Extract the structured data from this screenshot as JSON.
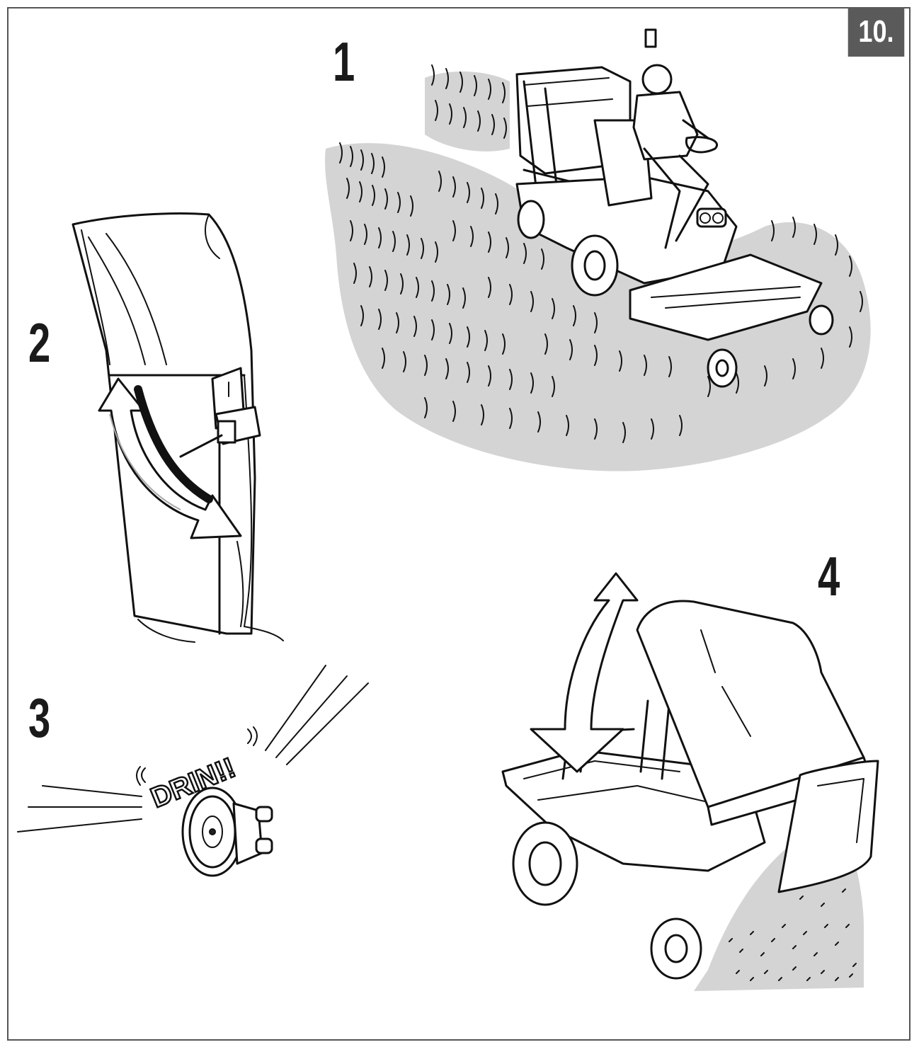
{
  "page": {
    "figure_number": "10."
  },
  "steps": [
    {
      "number": "1",
      "description_icon": "riding-mower-with-operator"
    },
    {
      "number": "2",
      "description_icon": "grass-chute-with-switch"
    },
    {
      "number": "3",
      "description_icon": "buzzer-horn"
    },
    {
      "number": "4",
      "description_icon": "tipping-grass-catcher"
    }
  ],
  "buzzer": {
    "sound_text": "DRIN!!"
  },
  "colors": {
    "badge_bg": "#5a5a5a",
    "grass_shadow": "#d4d4d4",
    "line": "#111111"
  }
}
